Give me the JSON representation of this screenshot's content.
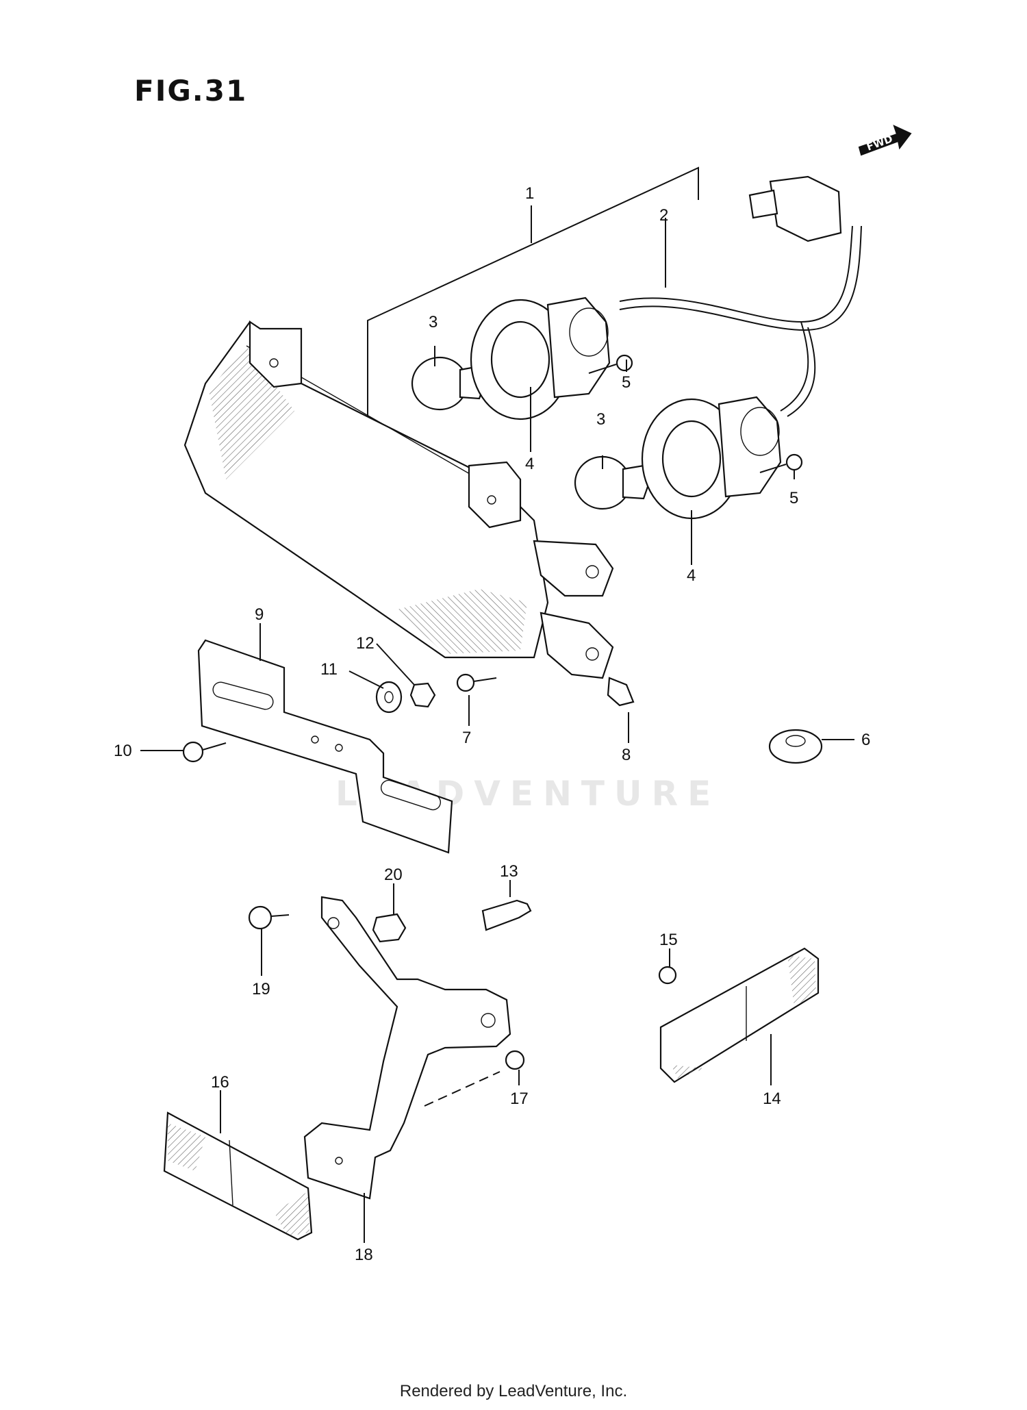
{
  "figure_title": "FIG.31",
  "direction_marker": "FWD",
  "watermark_text": "LEADVENTURE",
  "footer_text": "Rendered by LeadVenture, Inc.",
  "callouts": {
    "c1": "1",
    "c2": "2",
    "c3a": "3",
    "c3b": "3",
    "c4a": "4",
    "c4b": "4",
    "c5a": "5",
    "c5b": "5",
    "c6": "6",
    "c7": "7",
    "c8": "8",
    "c9": "9",
    "c10": "10",
    "c11": "11",
    "c12": "12",
    "c13": "13",
    "c14": "14",
    "c15": "15",
    "c16": "16",
    "c17": "17",
    "c18": "18",
    "c19": "19",
    "c20": "20"
  }
}
